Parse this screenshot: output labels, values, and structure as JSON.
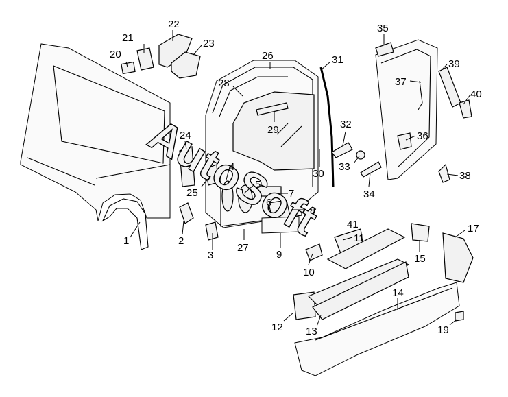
{
  "watermark": {
    "text": "AutoSoft"
  },
  "callouts": [
    {
      "id": "1",
      "label": "1"
    },
    {
      "id": "2",
      "label": "2"
    },
    {
      "id": "3",
      "label": "3"
    },
    {
      "id": "4",
      "label": "4"
    },
    {
      "id": "5",
      "label": "5"
    },
    {
      "id": "6",
      "label": "6"
    },
    {
      "id": "7",
      "label": "7"
    },
    {
      "id": "8",
      "label": "8"
    },
    {
      "id": "9",
      "label": "9"
    },
    {
      "id": "10",
      "label": "10"
    },
    {
      "id": "11",
      "label": "11"
    },
    {
      "id": "12",
      "label": "12"
    },
    {
      "id": "13",
      "label": "13"
    },
    {
      "id": "14",
      "label": "14"
    },
    {
      "id": "15",
      "label": "15"
    },
    {
      "id": "17",
      "label": "17"
    },
    {
      "id": "19",
      "label": "19"
    },
    {
      "id": "20",
      "label": "20"
    },
    {
      "id": "21",
      "label": "21"
    },
    {
      "id": "22",
      "label": "22"
    },
    {
      "id": "23",
      "label": "23"
    },
    {
      "id": "24",
      "label": "24"
    },
    {
      "id": "25",
      "label": "25"
    },
    {
      "id": "26",
      "label": "26"
    },
    {
      "id": "27",
      "label": "27"
    },
    {
      "id": "28",
      "label": "28"
    },
    {
      "id": "29",
      "label": "29"
    },
    {
      "id": "30",
      "label": "30"
    },
    {
      "id": "31",
      "label": "31"
    },
    {
      "id": "32",
      "label": "32"
    },
    {
      "id": "33",
      "label": "33"
    },
    {
      "id": "34",
      "label": "34"
    },
    {
      "id": "35",
      "label": "35"
    },
    {
      "id": "36",
      "label": "36"
    },
    {
      "id": "37",
      "label": "37"
    },
    {
      "id": "38",
      "label": "38"
    },
    {
      "id": "39",
      "label": "39"
    },
    {
      "id": "40",
      "label": "40"
    },
    {
      "id": "41",
      "label": "41"
    }
  ]
}
